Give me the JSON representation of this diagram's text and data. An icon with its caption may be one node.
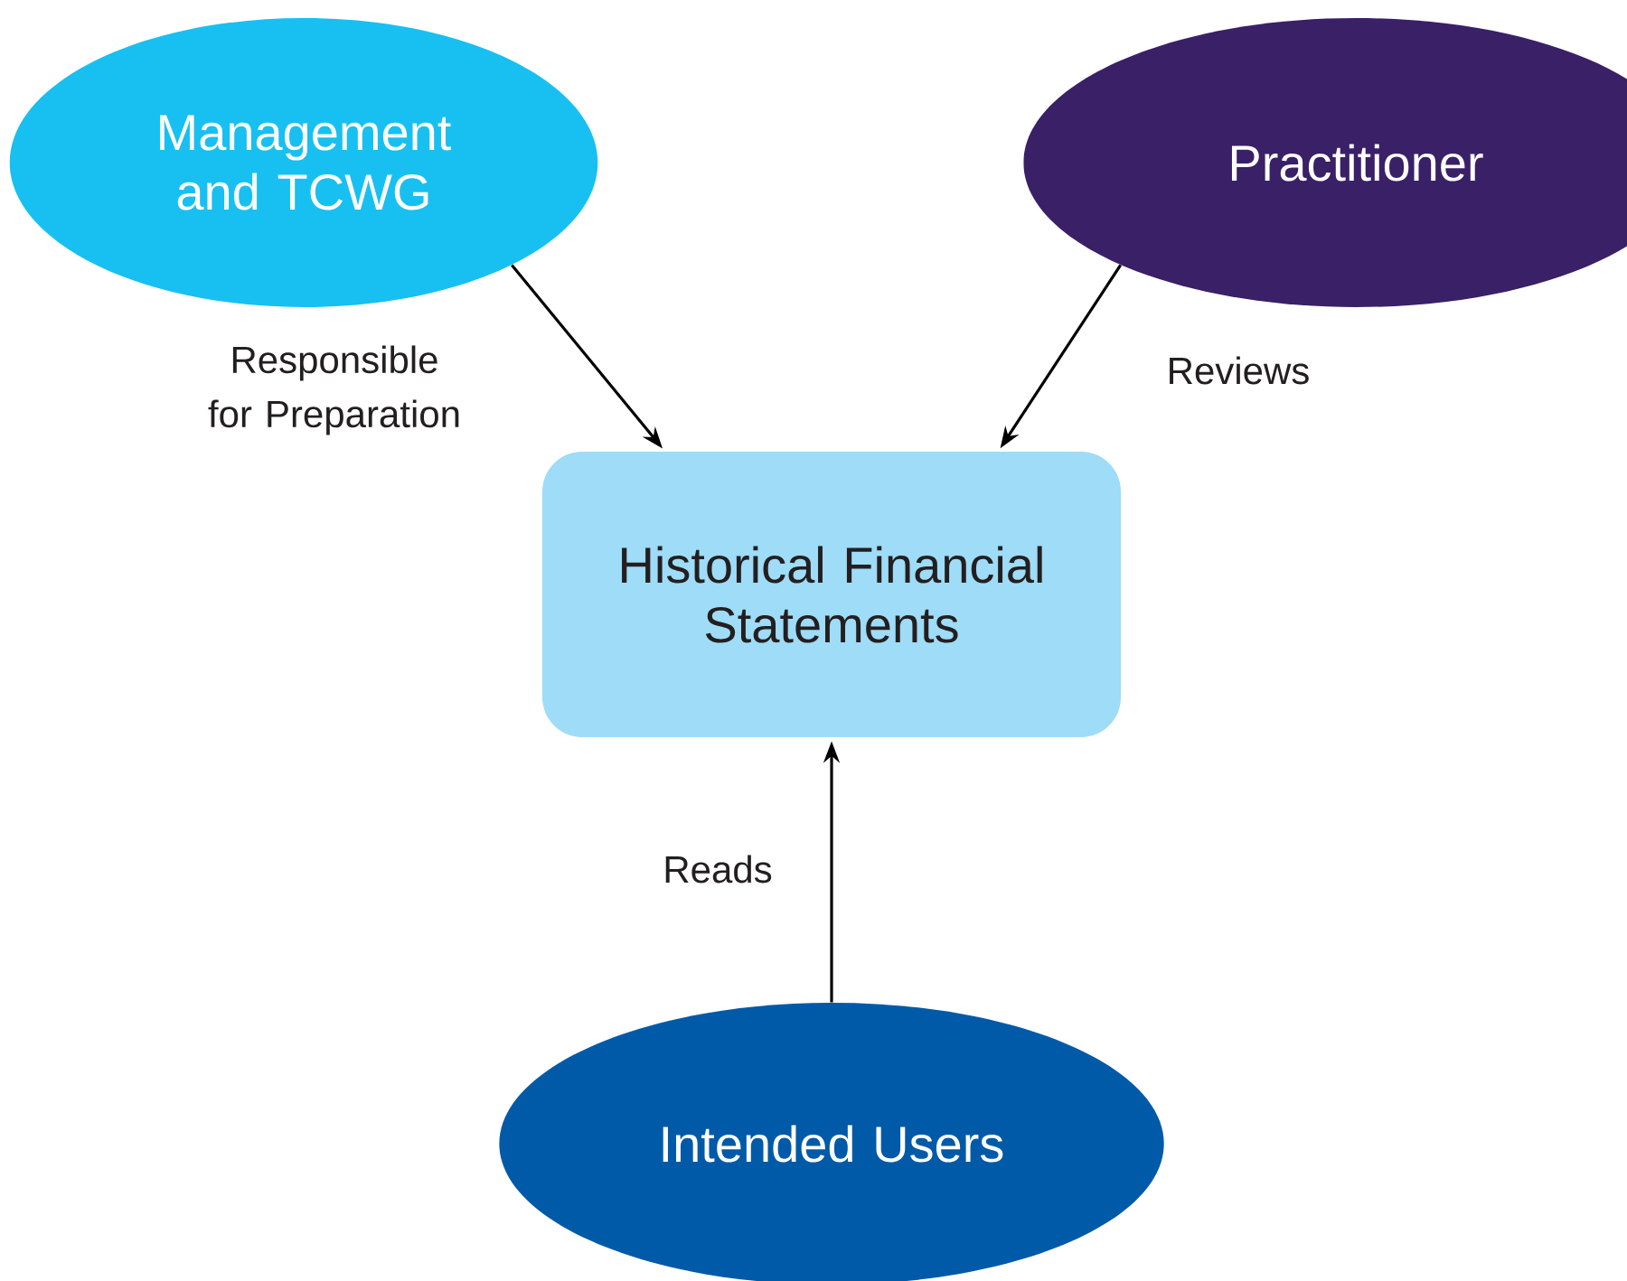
{
  "diagram": {
    "nodes": [
      {
        "text": [
          "Management and TCWG"
        ]
      },
      {
        "text": [
          "Practitioner"
        ]
      },
      {
        "text": [
          "Historical Financial Statements"
        ]
      },
      {
        "text": [
          "Intended Users"
        ]
      }
    ],
    "edges": [
      {
        "from": 0,
        "to": 2,
        "arrow": "to",
        "label": "Responsible for Preparation"
      },
      {
        "from": 1,
        "to": 2,
        "arrow": "to",
        "label": "Reviews"
      },
      {
        "from": 3,
        "to": 2,
        "arrow": "to",
        "label": "Reads"
      }
    ]
  }
}
